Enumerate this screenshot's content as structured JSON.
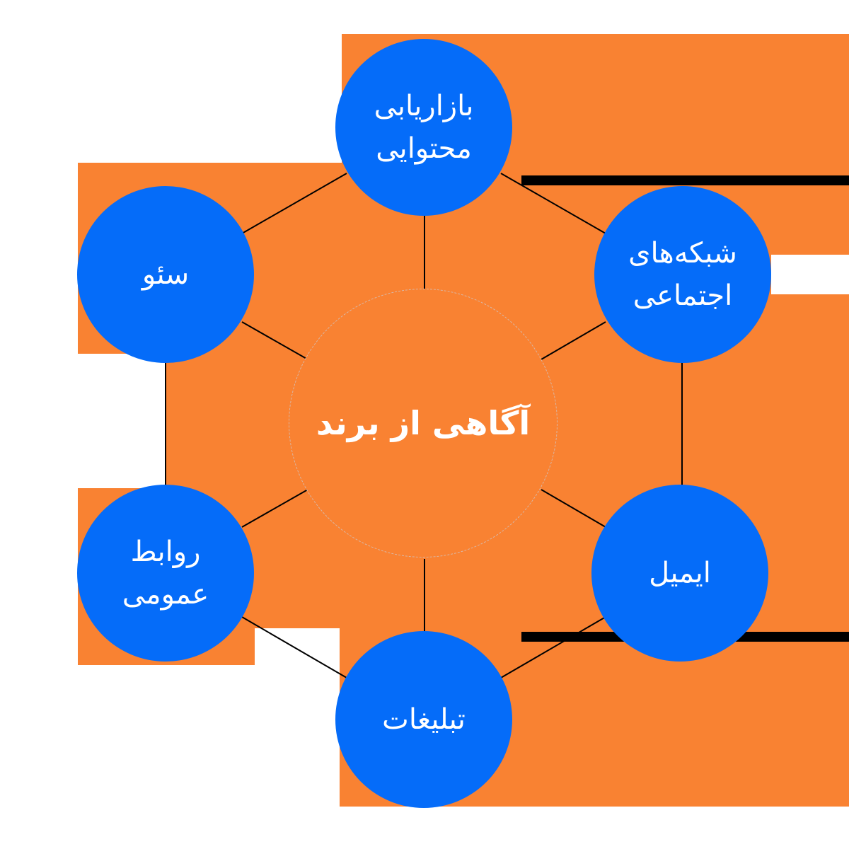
{
  "diagram": {
    "center": {
      "label": "آگاهی از برند"
    },
    "nodes": [
      {
        "id": "content-marketing",
        "lines": [
          "بازاریابی",
          "محتوایی"
        ]
      },
      {
        "id": "social-networks",
        "lines": [
          "شبکه‌های",
          "اجتماعی"
        ]
      },
      {
        "id": "email",
        "lines": [
          "ایمیل"
        ]
      },
      {
        "id": "advertising",
        "lines": [
          "تبلیغات"
        ]
      },
      {
        "id": "public-relations",
        "lines": [
          "روابط",
          "عمومی"
        ]
      },
      {
        "id": "seo",
        "lines": [
          "سئو"
        ]
      }
    ]
  },
  "colors": {
    "orange": "#f98232",
    "blue": "#056cf9",
    "text": "#ffffff",
    "lines": "#000000"
  }
}
